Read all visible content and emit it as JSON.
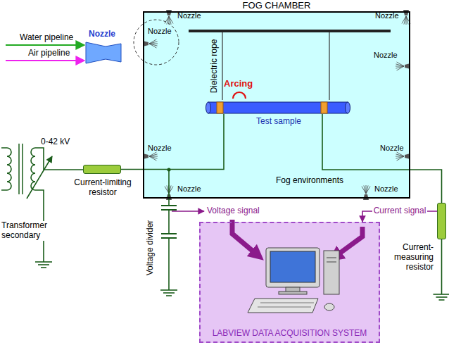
{
  "diagram": {
    "nodes": [
      {
        "text": [
          "FOG CHAMBER"
        ]
      },
      {
        "text": [
          "Test sample"
        ],
        "in": 0
      },
      {
        "text": [
          "Current-limiting resistor"
        ]
      },
      {
        "text": [
          "Current-measuring resistor"
        ]
      },
      {
        "text": [
          "LABVIEW DATA ACQUISITION SYSTEM"
        ]
      }
    ],
    "edges": [
      {
        "from": 2,
        "to": 1,
        "arrow": "none"
      },
      {
        "from": 1,
        "to": 3,
        "arrow": "none"
      },
      {
        "from": 3,
        "to": 4,
        "arrow": "to",
        "label": "Current signal"
      }
    ],
    "labels": [
      "Water pipeline",
      "Air pipeline",
      "Nozzle",
      "Nozzle",
      "Nozzle",
      "Nozzle",
      "Nozzle",
      "Nozzle",
      "Nozzle",
      "Nozzle",
      "Nozzle",
      "Dielectric rope",
      "Arcing",
      "Fog environments",
      "0-42 kV",
      "Transformer secondary",
      "Voltage divider",
      "Voltage signal"
    ]
  }
}
